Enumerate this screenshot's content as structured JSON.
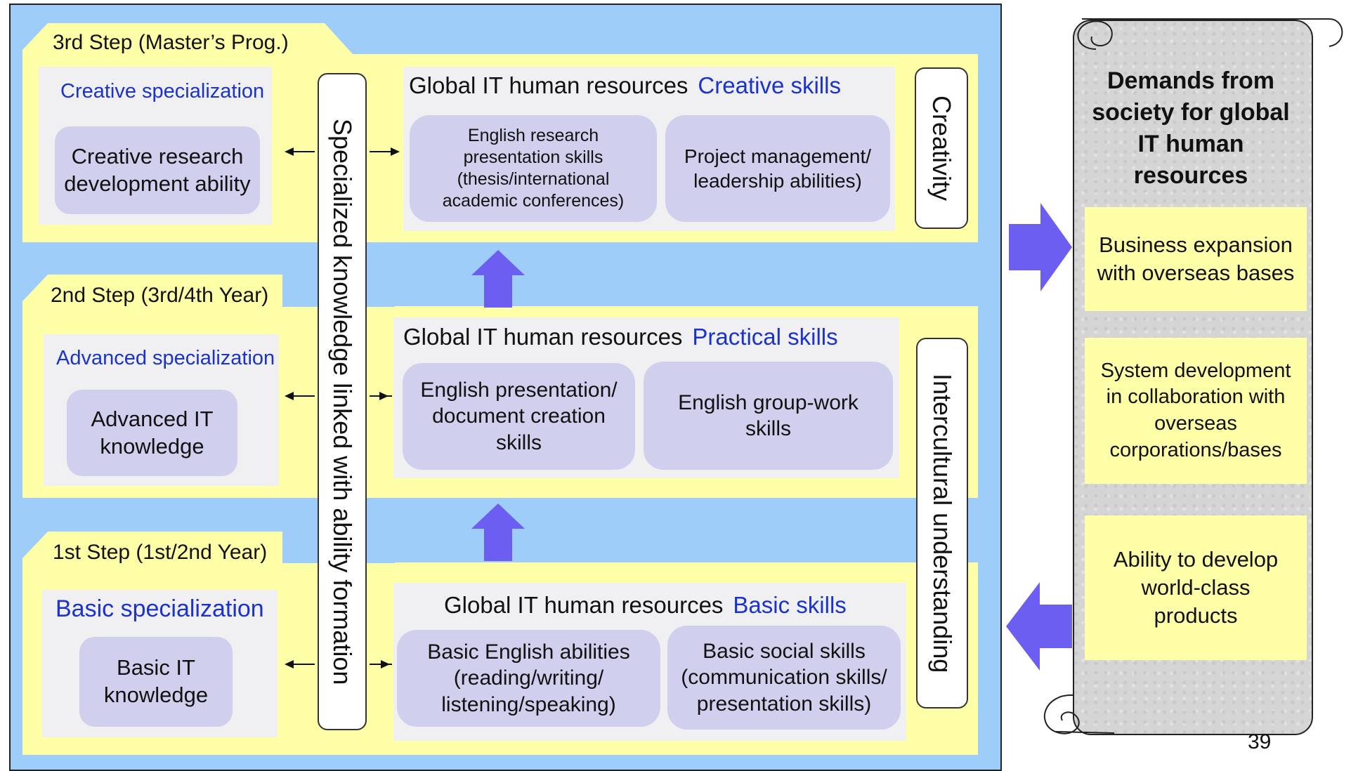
{
  "steps": {
    "third": {
      "label": "3rd Step (Master’s Prog.)",
      "spec_title": "Creative specialization",
      "spec_item": "Creative research development ability",
      "global_title": "Global IT human resources",
      "global_skill": "Creative skills",
      "skill1": "English research presentation skills (thesis/international academic conferences)",
      "skill2": "Project management/ leadership abilities)"
    },
    "second": {
      "label": "2nd Step (3rd/4th Year)",
      "spec_title": "Advanced specialization",
      "spec_item": "Advanced IT knowledge",
      "global_title": "Global IT human resources",
      "global_skill": "Practical skills",
      "skill1": "English presentation/ document creation skills",
      "skill2": "English group-work skills"
    },
    "first": {
      "label": "1st Step (1st/2nd Year)",
      "spec_title": "Basic specialization",
      "spec_item": "Basic IT knowledge",
      "global_title": "Global IT human resources",
      "global_skill": "Basic skills",
      "skill1": "Basic English abilities (reading/writing/ listening/speaking)",
      "skill2": "Basic social skills (communication skills/ presentation skills)"
    }
  },
  "vertical_labels": {
    "specialized": "Specialized knowledge linked with ability formation",
    "creativity": "Creativity",
    "intercultural": "Intercultural understanding"
  },
  "demands": {
    "title": "Demands from society for global IT human resources",
    "items": [
      "Business expansion with overseas bases",
      "System development in collaboration with overseas corporations/bases",
      "Ability to develop world-class products"
    ]
  },
  "page_number": "39",
  "colors": {
    "panel_blue": "#9ecdfa",
    "band_yellow": "#ffffa8",
    "pill_lavender": "#d0d0ee",
    "arrow_purple": "#6d5ef2",
    "accent_blue_text": "#1a33cc"
  }
}
